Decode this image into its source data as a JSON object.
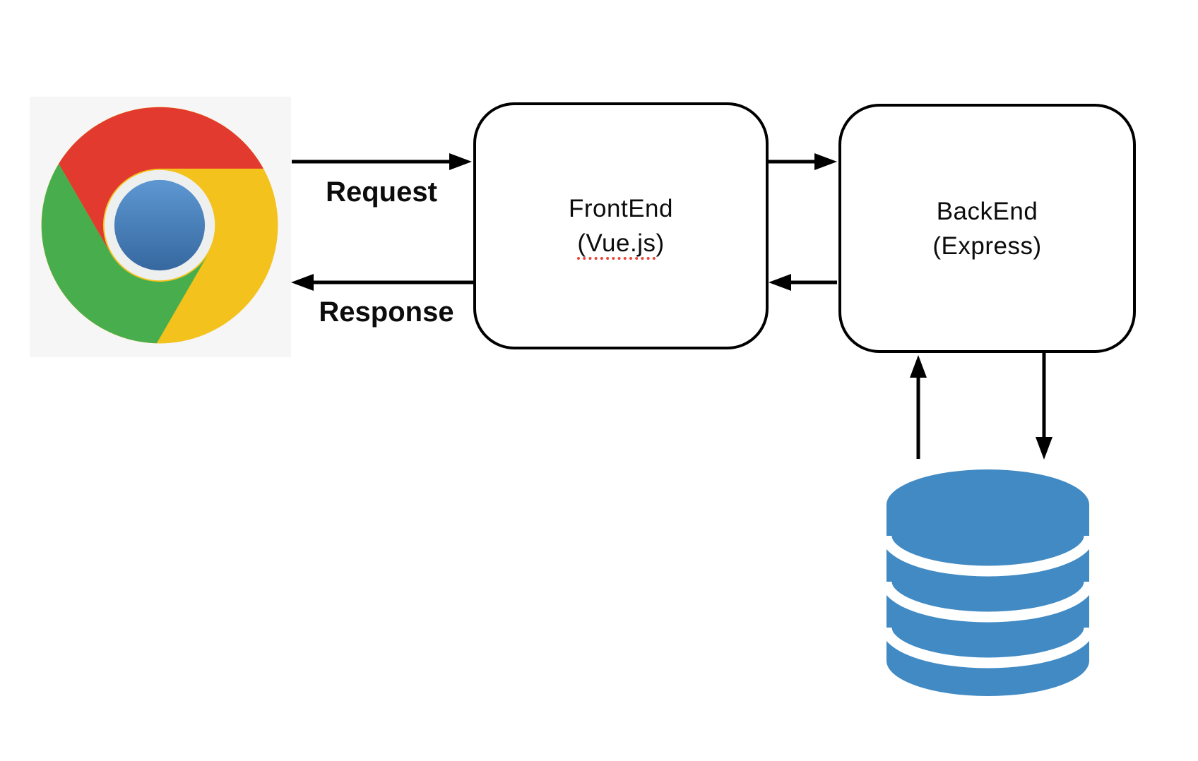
{
  "diagram": {
    "title": "frontend-backend architecture flow"
  },
  "labels": {
    "request": "Request",
    "response": "Response",
    "frontend_line1": "FrontEnd",
    "frontend_line2_underlined": "(Vue.js",
    "frontend_line2_suffix": ")",
    "backend_line1": "BackEnd",
    "backend_line2": "(Express)"
  },
  "icons": {
    "browser": "chrome-logo-icon",
    "database": "database-cylinder-icon"
  },
  "colors": {
    "arrow": "#000000",
    "box_border": "#000000",
    "text": "#0c0c0c",
    "database_blue": "#418ac4",
    "database_separator": "#ffffff",
    "chrome_red": "#e23a2e",
    "chrome_green": "#48ae4d",
    "chrome_yellow": "#f4c21d",
    "chrome_ring": "#eeefef",
    "chrome_ball_light": "#5d97d2",
    "chrome_ball_dark": "#36689f",
    "chrome_bg": "#f6f6f6",
    "spellcheck_underline": "#e84638"
  }
}
